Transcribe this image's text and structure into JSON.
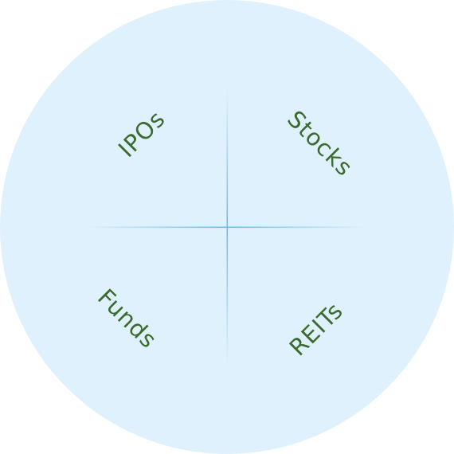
{
  "colors": {
    "disc": "#dff1fd",
    "divider": "#66bdea",
    "label": "#3b6b2e"
  },
  "segments": [
    {
      "label": "IPOs"
    },
    {
      "label": "Stocks"
    },
    {
      "label": "Funds"
    },
    {
      "label": "REITs"
    }
  ]
}
